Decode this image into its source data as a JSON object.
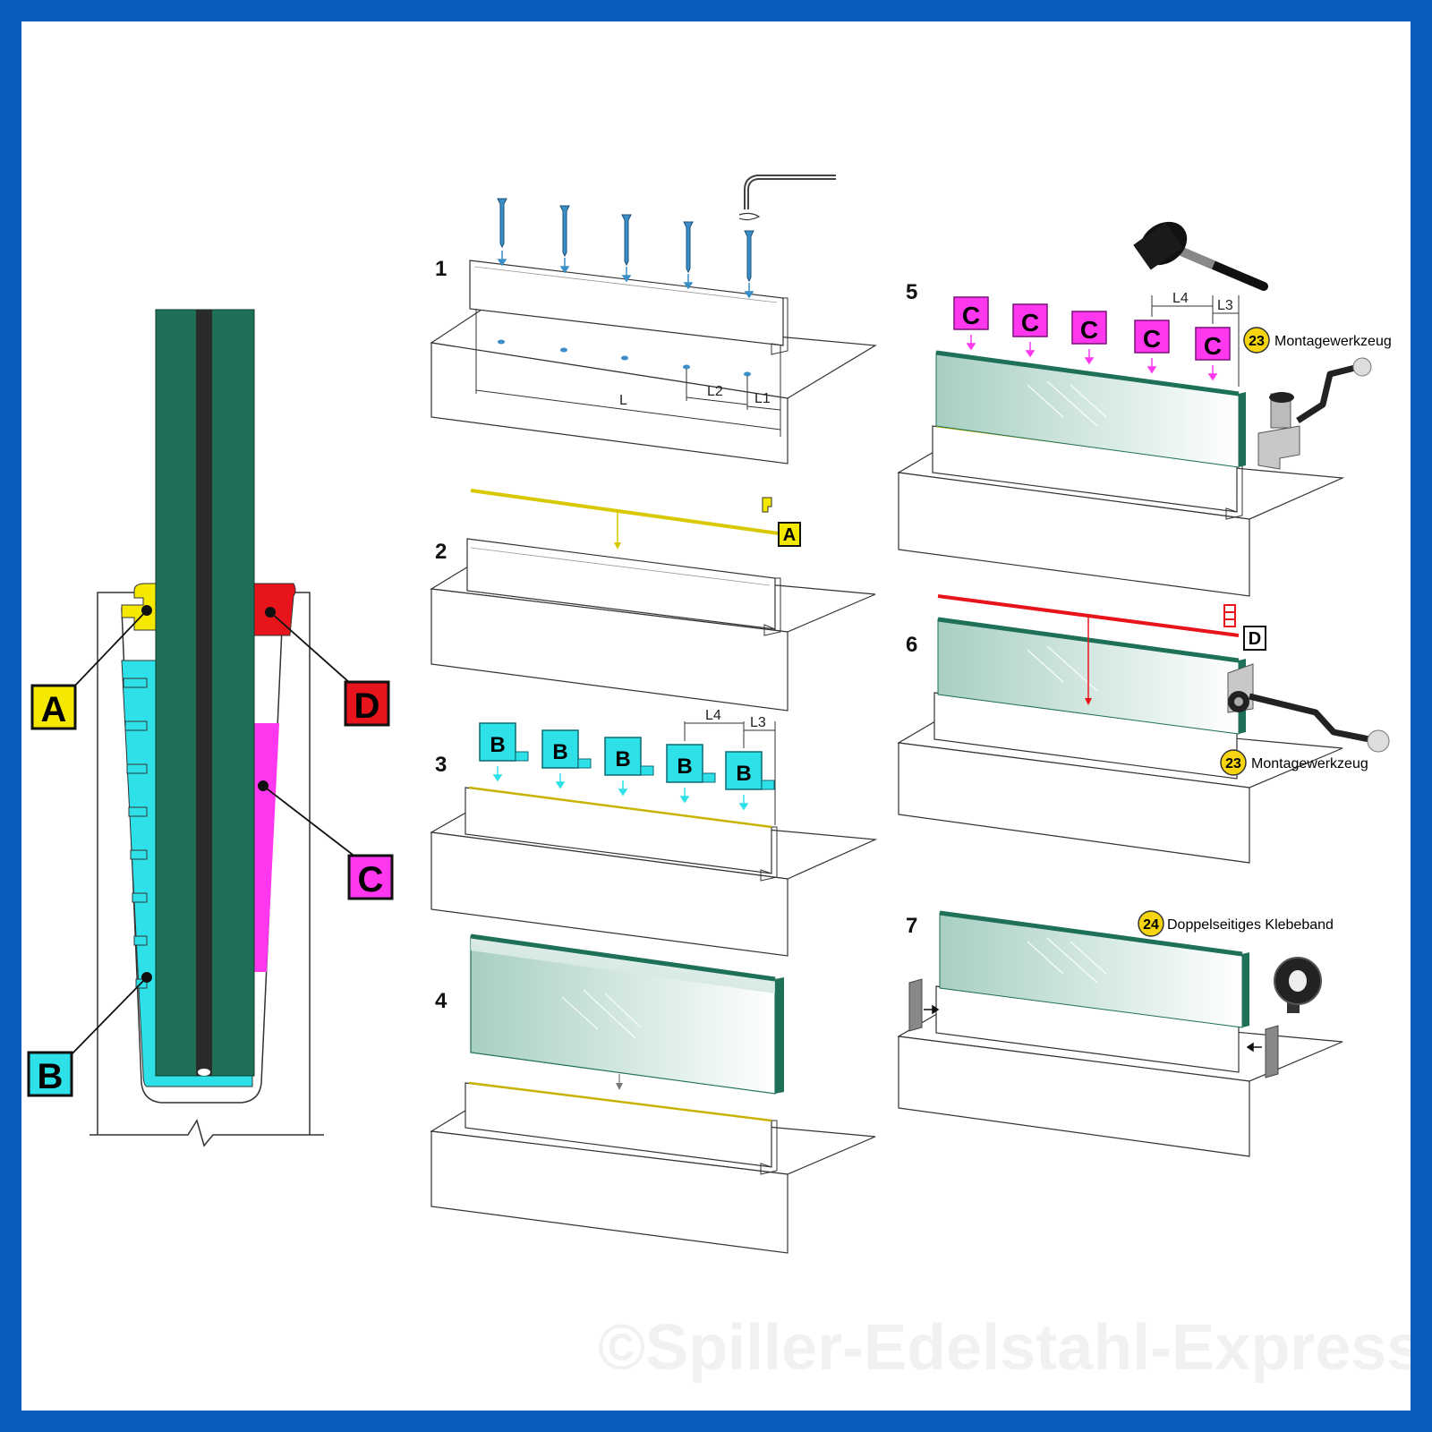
{
  "steps": [
    "1",
    "2",
    "3",
    "4",
    "5",
    "6",
    "7"
  ],
  "dimension_labels": {
    "l": "L",
    "l1": "L1",
    "l2": "L2",
    "l3": "L3",
    "l4": "L4",
    "l3_b": "L3",
    "l4_b": "L4"
  },
  "parts": {
    "a": "A",
    "b": "B",
    "c": "C",
    "d": "D"
  },
  "tools": {
    "mount_tool_number": "23",
    "mount_tool_label": "Montagewerkzeug",
    "tape_number": "24",
    "tape_label": "Doppelseitiges Klebeband"
  },
  "watermark": "©Spiller-Edelstahl-Express",
  "colors": {
    "frame": "#0a5cbc",
    "glass": "#1e7058",
    "part_a": "#f4e800",
    "part_b": "#2ee0e8",
    "part_c": "#ff38f0",
    "part_d": "#e8141c",
    "screw": "#3a8fc8",
    "tool_badge": "#f6d510"
  }
}
